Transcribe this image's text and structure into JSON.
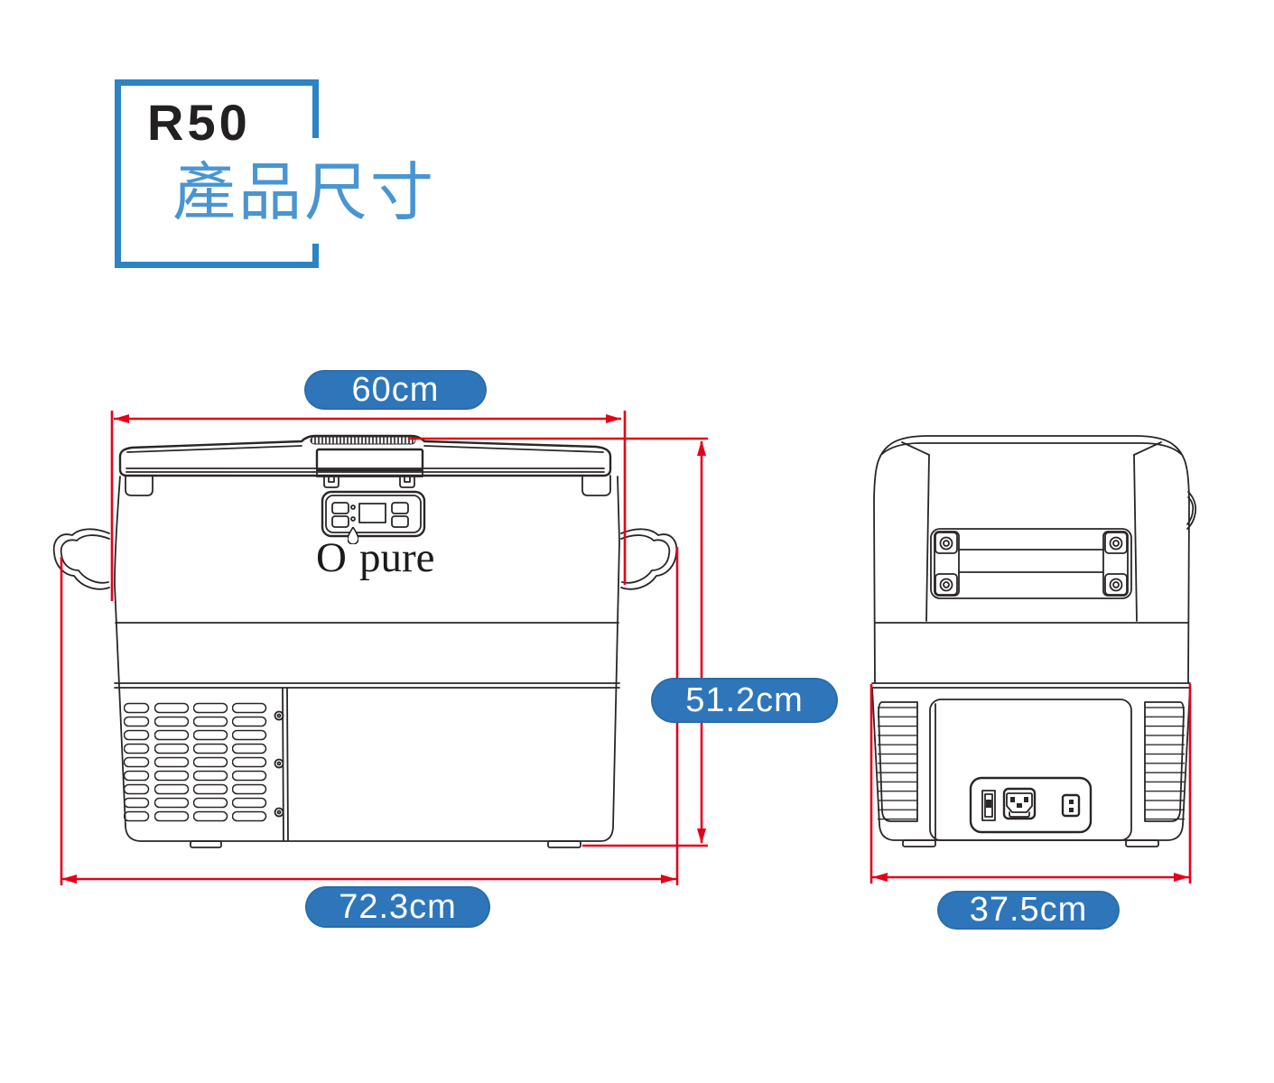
{
  "title": {
    "model": "R50",
    "subtitle": "產品尺寸"
  },
  "brand": {
    "logo_left": "O",
    "logo_right": "pure",
    "logo_mark": "water-droplet-icon"
  },
  "product_dimensions": {
    "lid_width": {
      "label": "60cm",
      "value_cm": 60
    },
    "height": {
      "label": "51.2cm",
      "value_cm": 51.2
    },
    "overall_width": {
      "label": "72.3cm",
      "value_cm": 72.3
    },
    "depth": {
      "label": "37.5cm",
      "value_cm": 37.5
    }
  },
  "colors": {
    "badge-blue": "#2e76b9",
    "dim-red": "#e50019",
    "frame-blue": "#2c83c5",
    "subtitle-blue": "#4995d1",
    "line-dark": "#2a2627"
  }
}
